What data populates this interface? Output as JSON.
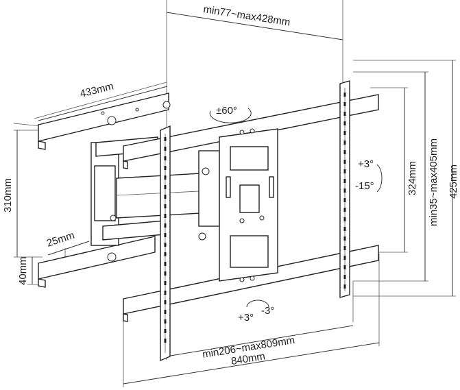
{
  "labels": {
    "top_width": "min77~max428mm",
    "arm_length": "433mm",
    "swivel": "±60°",
    "tilt_up": "+3°",
    "tilt_down": "-15°",
    "rail_spacing": "324mm",
    "vertical_range": "min35~max405mm",
    "total_height": "425mm",
    "wall_height": "310mm",
    "slot": "25mm",
    "plate_edge": "40mm",
    "level_plus": "+3°",
    "level_minus": "-3°",
    "horizontal_range": "min206~max809mm",
    "total_width": "840mm"
  }
}
